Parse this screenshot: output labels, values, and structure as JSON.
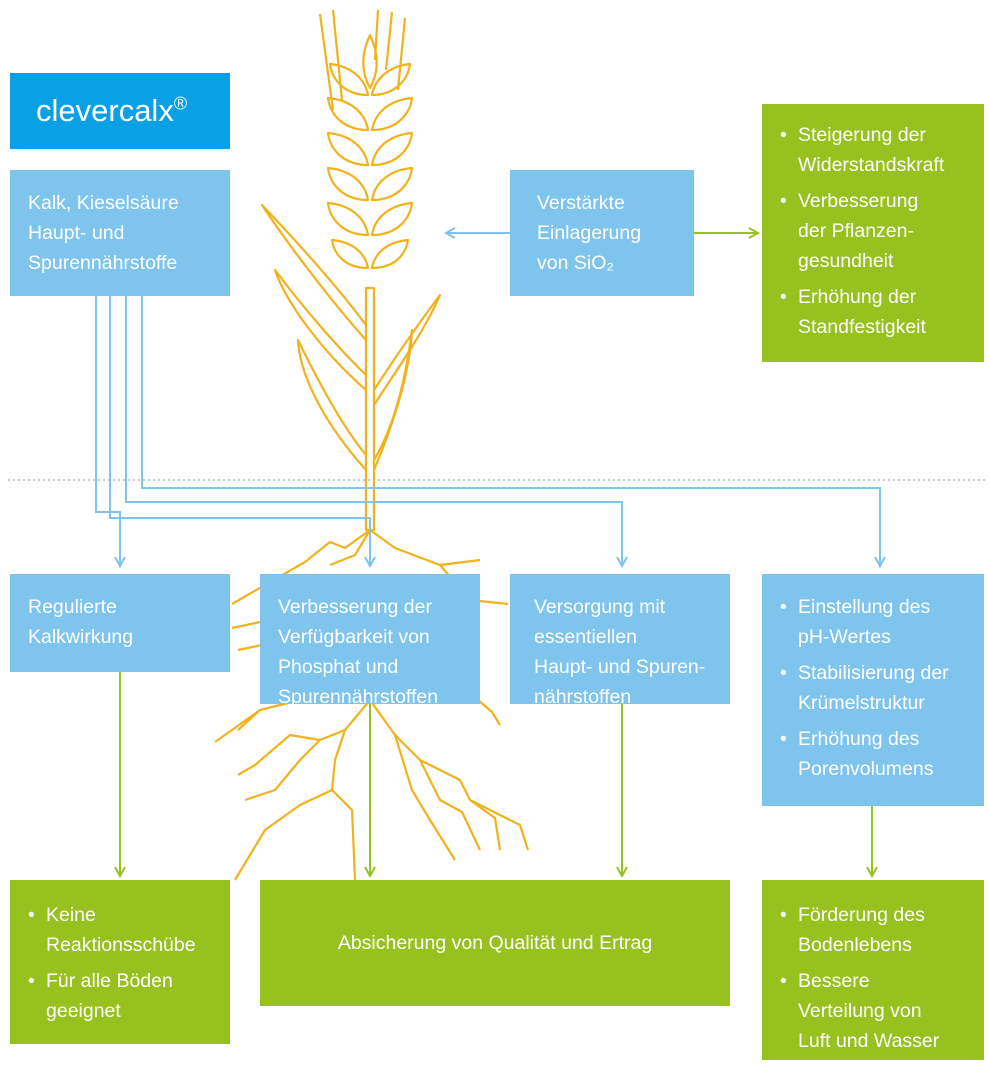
{
  "title": "clevercalx",
  "title_mark": "®",
  "input_box": {
    "lines": [
      "Kalk, Kieselsäure",
      "Haupt- und",
      "Spurennährstoffe"
    ]
  },
  "silica_box": {
    "lines": [
      "Verstärkte",
      "Einlagerung",
      "von SiO₂"
    ]
  },
  "silica_benefits": [
    [
      "Steigerung der",
      "Widerstandskraft"
    ],
    [
      "Verbesserung",
      "der Pflanzen-",
      "gesundheit"
    ],
    [
      "Erhöhung der",
      "Standfestigkeit"
    ]
  ],
  "effects": [
    {
      "lines": [
        "Regulierte",
        "Kalkwirkung"
      ]
    },
    {
      "lines": [
        "Verbesserung der",
        "Verfügbarkeit von",
        "Phosphat und",
        "Spurennährstoffen"
      ]
    },
    {
      "lines": [
        "Versorgung mit",
        "essentiellen",
        "Haupt- und Spuren-",
        "nährstoffen"
      ]
    }
  ],
  "soil_effects": [
    [
      "Einstellung des",
      "pH-Wertes"
    ],
    [
      "Stabilisierung der",
      "Krümelstruktur"
    ],
    [
      "Erhöhung des",
      "Porenvolumens"
    ]
  ],
  "result_left": [
    [
      "Keine",
      "Reaktionsschübe"
    ],
    [
      "Für alle Böden",
      "geeignet"
    ]
  ],
  "result_center": "Absicherung von Qualität und Ertrag",
  "result_right": [
    [
      "Förderung des",
      "Bodenlebens"
    ],
    [
      "Bessere",
      "Verteilung von",
      "Luft und Wasser"
    ]
  ],
  "colors": {
    "brand": "#0aa0e6",
    "blue": "#7ec4ec",
    "green": "#97c11f",
    "plant": "#f2b21c",
    "divider": "#c8c8c8"
  }
}
